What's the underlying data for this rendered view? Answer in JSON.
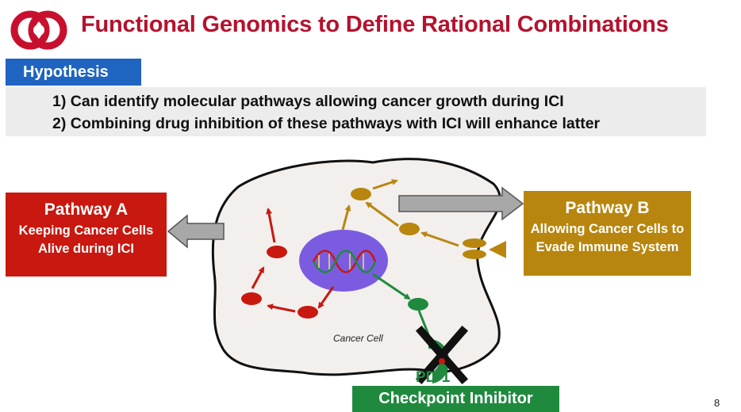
{
  "title": "Functional Genomics to Define Rational Combinations",
  "hypothesis": {
    "label": "Hypothesis",
    "lines": [
      "1) Can identify molecular pathways allowing cancer growth during ICI",
      "2) Combining drug inhibition of these pathways with ICI will enhance latter"
    ]
  },
  "pathway_a": {
    "title": "Pathway A",
    "body": "Keeping Cancer Cells Alive during ICI"
  },
  "pathway_b": {
    "title": "Pathway B",
    "body": "Allowing Cancer Cells to Evade Immune System"
  },
  "cell_label": "Cancer Cell",
  "pd1_label": "PD-1",
  "checkpoint_label": "Checkpoint Inhibitor",
  "page_number": "8",
  "colors": {
    "title_red": "#b5122e",
    "hypothesis_blue": "#1f64c0",
    "pathway_a_red": "#c8180f",
    "pathway_b_gold": "#b8860e",
    "checkpoint_green": "#1f8a3e",
    "nucleus_purple": "#7b5ce0"
  }
}
